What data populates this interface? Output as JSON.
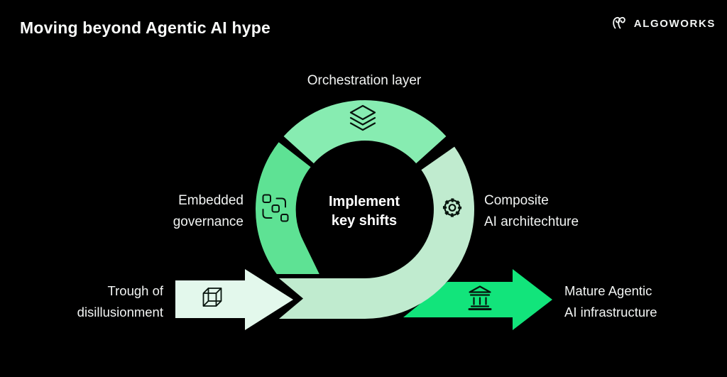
{
  "title": "Moving beyond Agentic AI hype",
  "logo": {
    "name": "ALGOWORKS",
    "mark": "algoworks-squiggle-icon"
  },
  "diagram": {
    "center": {
      "line1": "Implement",
      "line2": "key shifts"
    },
    "labels": {
      "top": "Orchestration layer",
      "left": {
        "line1": "Embedded",
        "line2": "governance"
      },
      "right": {
        "line1": "Composite",
        "line2": "AI architechture"
      },
      "flow_in": {
        "line1": "Trough of",
        "line2": "disillusionment"
      },
      "flow_out": {
        "line1": "Mature Agentic",
        "line2": "AI infrastructure"
      }
    },
    "icons": {
      "top_segment": "layers-icon",
      "left_segment": "workflow-icon",
      "right_segment": "gear-icon",
      "flow_in_arrow": "cube-icon",
      "flow_out_arrow": "bank-icon"
    }
  },
  "colors": {
    "background": "#000000",
    "text": "#f2f4f3",
    "title_text": "#fafbfa",
    "segment_top": "#87ecb1",
    "segment_left": "#5ee294",
    "loop_pale": "#c0ebcf",
    "arrow_in": "#e3f8ec",
    "arrow_out": "#12e47b",
    "icon_stroke": "#07140d",
    "logo_text": "#f2f4f3"
  }
}
